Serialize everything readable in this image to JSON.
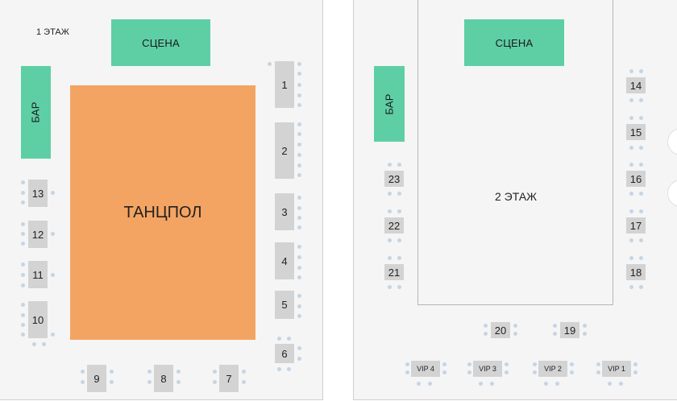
{
  "floor1": {
    "label": "1 ЭТАЖ",
    "stage": "СЦЕНА",
    "bar": "БАР",
    "dancefloor": "ТАНЦПОЛ",
    "tables": [
      "1",
      "2",
      "3",
      "4",
      "5",
      "6",
      "7",
      "8",
      "9",
      "10",
      "11",
      "12",
      "13"
    ]
  },
  "floor2": {
    "label": "2 ЭТАЖ",
    "stage": "СЦЕНА",
    "bar": "БАР",
    "tables": [
      "14",
      "15",
      "16",
      "17",
      "18",
      "19",
      "20",
      "21",
      "22",
      "23"
    ],
    "vip_tables": [
      "VIP 1",
      "VIP 2",
      "VIP 3",
      "VIP 4"
    ]
  },
  "colors": {
    "stage_bar": "#5ecfa5",
    "dancefloor": "#f4a462",
    "table": "#d3d3d3",
    "chair": "#c5d5e4"
  }
}
